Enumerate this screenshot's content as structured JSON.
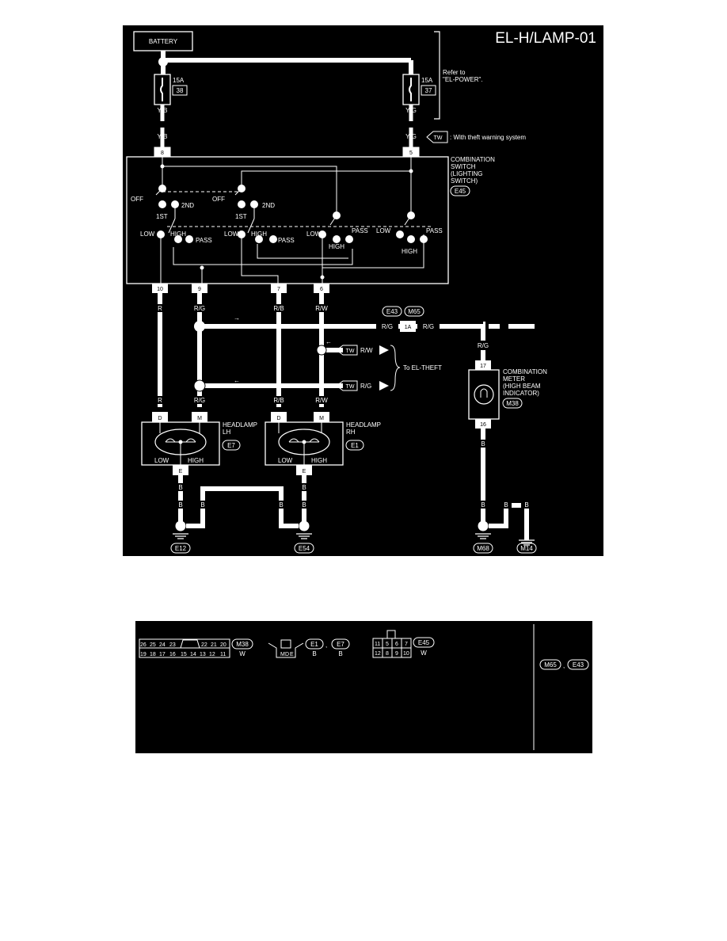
{
  "colors": {
    "background": "#000000",
    "ink": "#ffffff",
    "page": "#ffffff"
  },
  "diagram": {
    "code": "EL-H/LAMP-01",
    "battery": "BATTERY",
    "refer_line1": "Refer to",
    "refer_line2": "\"EL-POWER\".",
    "fuse_left": {
      "rating": "15A",
      "number": "38",
      "wire": "Y/B"
    },
    "fuse_right": {
      "rating": "15A",
      "number": "37",
      "wire": "Y/G"
    },
    "legend_symbol": "TW",
    "legend_text": ": With theft warning system",
    "switch": {
      "name_lines": [
        "COMBINATION",
        "SWITCH",
        "(LIGHTING",
        "SWITCH)"
      ],
      "connector": "E45",
      "pin_in_left": "8",
      "pin_in_right": "5",
      "wire_in_left": "Y/B",
      "wire_in_right": "Y/G",
      "off": "OFF",
      "first": "1ST",
      "second": "2ND",
      "low": "LOW",
      "high": "HIGH",
      "pass": "PASS",
      "out_pins": [
        "10",
        "9",
        "7",
        "6"
      ],
      "out_wires": [
        "R",
        "R/G",
        "R/B",
        "R/W"
      ]
    },
    "joint": {
      "connectors": [
        "E43",
        "M65"
      ],
      "pin": "1A",
      "wire_left": "R/G",
      "wire_right": "R/G"
    },
    "theft": {
      "symbol": "TW",
      "wire_top": "R/W",
      "wire_bottom": "R/G",
      "label": "To EL-THEFT"
    },
    "meter": {
      "name_lines": [
        "COMBINATION",
        "METER",
        "(HIGH BEAM",
        "INDICATOR)"
      ],
      "connector": "M38",
      "pin_top": "17",
      "pin_bottom": "16",
      "wire_top": "R/G",
      "wire_bottom": "B"
    },
    "headlamp_lh": {
      "name_lines": [
        "HEADLAMP",
        "LH"
      ],
      "connector": "E7",
      "pin_d": "D",
      "pin_m": "M",
      "pin_e": "E",
      "low": "LOW",
      "high": "HIGH",
      "wire_d": "R",
      "wire_m": "R/G"
    },
    "headlamp_rh": {
      "name_lines": [
        "HEADLAMP",
        "RH"
      ],
      "connector": "E1",
      "pin_d": "D",
      "pin_m": "M",
      "pin_e": "E",
      "low": "LOW",
      "high": "HIGH",
      "wire_d": "R/B",
      "wire_m": "R/W"
    },
    "ground_wire": "B",
    "grounds": [
      "E12",
      "E54",
      "M68",
      "M14"
    ]
  },
  "connector_panel": {
    "m38": {
      "id": "M38",
      "color": "W",
      "row1": [
        "26",
        "25",
        "24",
        "23",
        "",
        "22",
        "21",
        "20"
      ],
      "row2": [
        "19",
        "18",
        "17",
        "16",
        "15",
        "14",
        "13",
        "12",
        "11"
      ]
    },
    "e1_e7": {
      "ids": [
        "E1",
        "E7"
      ],
      "sep": ",",
      "colors": [
        "B",
        "B"
      ],
      "pins": [
        "M",
        "D",
        "E"
      ]
    },
    "e45": {
      "id": "E45",
      "color": "W",
      "row1": [
        "11",
        "5",
        "6",
        "7"
      ],
      "row2": [
        "12",
        "8",
        "9",
        "10"
      ]
    },
    "m65_e43": {
      "ids": [
        "M65",
        "E43"
      ],
      "sep": ","
    }
  }
}
